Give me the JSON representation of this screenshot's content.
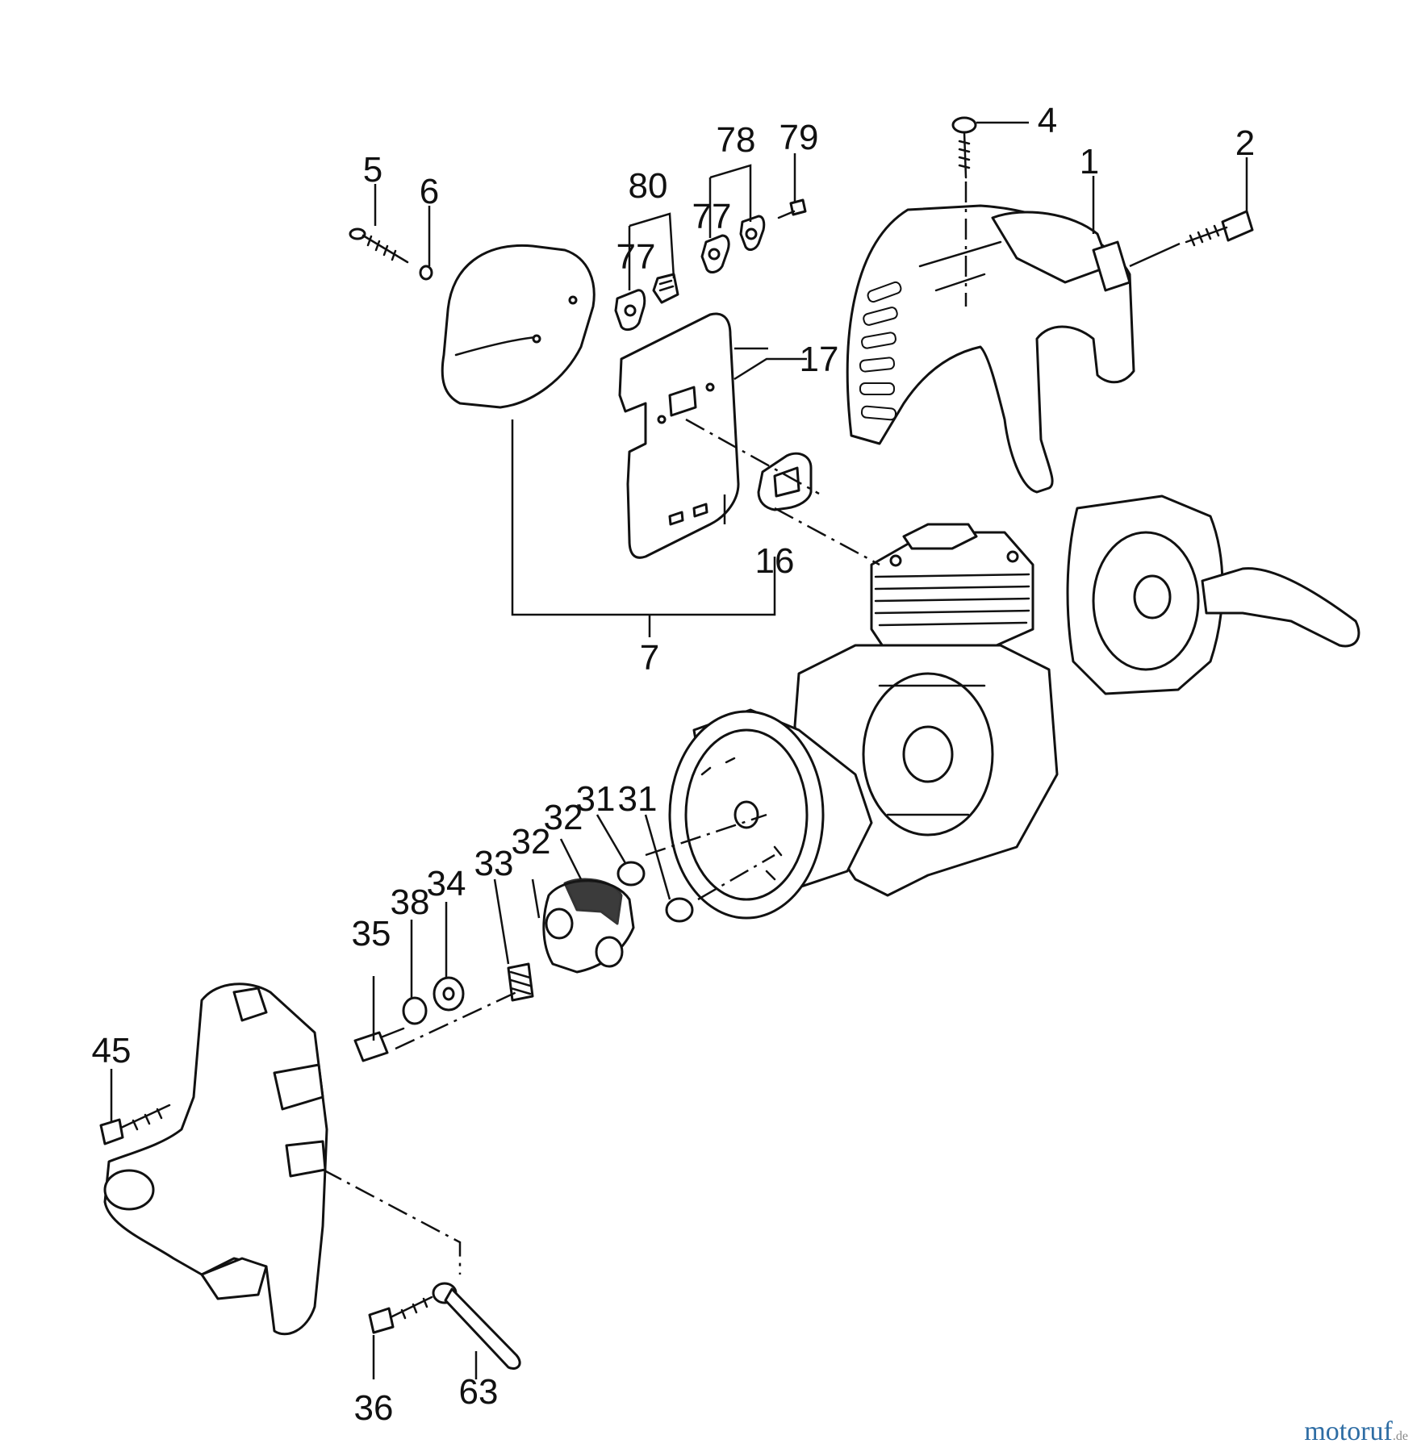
{
  "watermark": {
    "logo_main": "motoruf",
    "logo_tld": ".de",
    "colors": {
      "primary": "#2e6da4",
      "accent": "#e07b1c",
      "tld": "#8a8a8a"
    }
  },
  "callouts": {
    "c1": "1",
    "c2": "2",
    "c4": "4",
    "c5": "5",
    "c6": "6",
    "c7": "7",
    "c16": "16",
    "c17": "17",
    "c31a": "31",
    "c31b": "31",
    "c32a": "32",
    "c32b": "32",
    "c33": "33",
    "c34": "34",
    "c35": "35",
    "c36": "36",
    "c38": "38",
    "c45": "45",
    "c63": "63",
    "c77a": "77",
    "c77b": "77",
    "c78": "78",
    "c79": "79",
    "c80": "80"
  }
}
